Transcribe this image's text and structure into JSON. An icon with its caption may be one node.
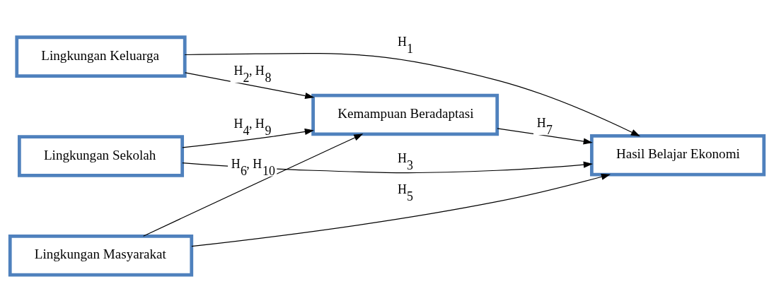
{
  "diagram": {
    "nodes": [
      {
        "text": [
          "Lingkungan Keluarga"
        ]
      },
      {
        "text": [
          "Lingkungan Sekolah"
        ]
      },
      {
        "text": [
          "Lingkungan Masyarakat"
        ]
      },
      {
        "text": [
          "Kemampuan Beradaptasi"
        ]
      },
      {
        "text": [
          "Hasil Belajar Ekonomi"
        ]
      }
    ],
    "edges": [
      {
        "from": 0,
        "to": 4,
        "arrow": "to",
        "label": "H$_{1}$"
      },
      {
        "from": 0,
        "to": 3,
        "arrow": "to",
        "label": "H$_{2}$, H$_{8}$"
      },
      {
        "from": 1,
        "to": 3,
        "arrow": "to",
        "label": "H$_{4}$, H$_{9}$"
      },
      {
        "from": 2,
        "to": 3,
        "arrow": "to",
        "label": "H$_{6}$, H$_{10}$"
      },
      {
        "from": 3,
        "to": 4,
        "arrow": "to",
        "label": "H$_{7}$"
      },
      {
        "from": 2,
        "to": 4,
        "arrow": "to",
        "label": "H$_{5}$"
      },
      {
        "from": 1,
        "to": 4,
        "arrow": "to",
        "label": "H$_{3}$"
      }
    ]
  }
}
